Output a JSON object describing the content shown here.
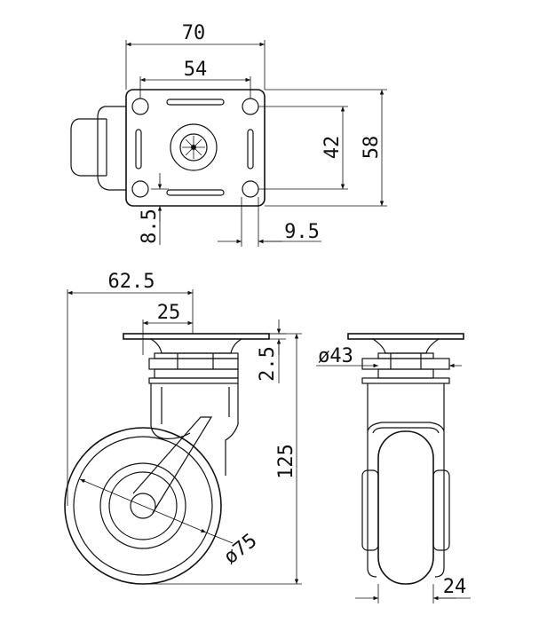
{
  "drawing": {
    "colors": {
      "line": "#111111",
      "background": "#ffffff"
    },
    "top_view": {
      "plate_width": "70",
      "hole_spacing_x": "54",
      "hole_spacing_y": "42",
      "plate_height": "58",
      "slot_offset_y": "8.5",
      "slot_offset_x": "9.5"
    },
    "side_view": {
      "offset": "62.5",
      "plate_to_axle": "25",
      "plate_thickness": "2.5",
      "overall_height": "125",
      "wheel_diameter": "ø75"
    },
    "front_view": {
      "hub_diameter": "ø43",
      "wheel_width": "24"
    }
  }
}
